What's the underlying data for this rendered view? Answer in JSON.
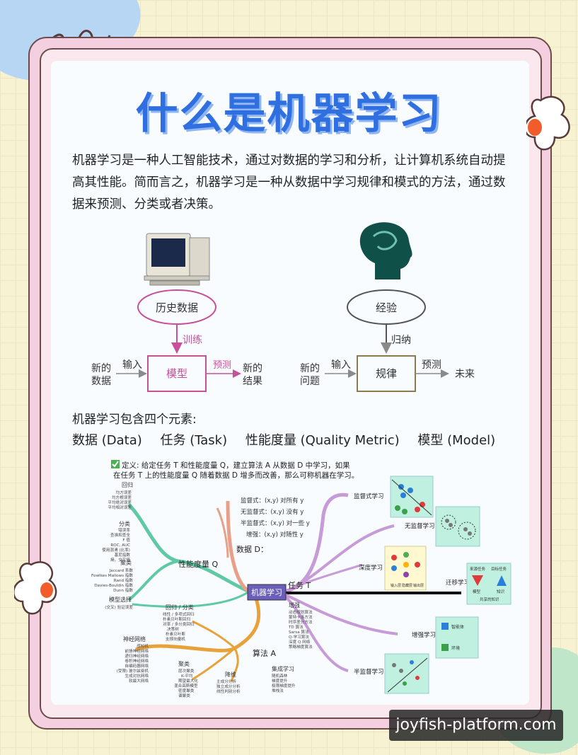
{
  "title": "什么是机器学习",
  "intro": "机器学习是一种人工智能技术，通过对数据的学习和分析，让计算机系统自动提高其性能。简而言之，机器学习是一种从数据中学习规律和模式的方法，通过数据来预测、分类或者决策。",
  "diagram_left": {
    "oval": "历史数据",
    "train": "训练",
    "input_label_1": "新的",
    "input_label_2": "数据",
    "input": "输入",
    "box": "模型",
    "predict": "预测",
    "output_1": "新的",
    "output_2": "结果"
  },
  "diagram_right": {
    "oval": "经验",
    "induce": "归纳",
    "input_label_1": "新的",
    "input_label_2": "问题",
    "input": "输入",
    "box": "规律",
    "predict": "预测",
    "output": "未来"
  },
  "four_elements_title": "机器学习包含四个元素:",
  "elements": [
    "数据 (Data)",
    "任务 (Task)",
    "性能度量 (Quality Metric)",
    "模型 (Model)"
  ],
  "mindmap": {
    "def_line1": "定义: 给定任务 T 和性能度量 Q，建立算法 A 从数据 D 中学习，如果",
    "def_line2": "在任务 T 上的性能度量 Q 随着数据 D 增多而改善，那么可称机器在学习。",
    "center": "机器学习",
    "task": "任务 T",
    "metric": "性能度量 Q",
    "data": "数据 D：",
    "algo": "算法 A",
    "data_items": [
      "监督式：(x,y) 对所有 y",
      "无监督式：(x,y) 没有 y",
      "半监督式：(x,y) 对一些 y",
      "增强：(x,y) 对随性 y"
    ],
    "task_items": [
      "监督式学习",
      "无监督学习",
      "深度学习",
      "迁移学习",
      "增强学习",
      "半监督学习"
    ],
    "metric_groups": [
      "回归",
      "分类",
      "聚类",
      "模型选择"
    ],
    "metric_sub": [
      "均方误差",
      "均方根误差",
      "平均绝对误差",
      "平均相对误差",
      "错误率",
      "查准和查全",
      "F 值",
      "ROC, AUC",
      "使用混淆 (比率)",
      "基尼指数",
      "熵，交叉熵",
      "Jaccard 系数",
      "Fowlkes Mallows 指数",
      "Rand 指数",
      "Davies-Bouldin 指数",
      "Dunn 指数",
      "(交叉) 验证误差"
    ],
    "algo_groups": [
      "回归 / 分类",
      "神经网络",
      "聚类",
      "降维",
      "集成学习",
      "增强"
    ],
    "algo_sub_reg": [
      "线性 / 多项式回归",
      "朴素贝叶斯回归",
      "对率 / 多分类回归",
      "决策树",
      "朴素贝叶斯",
      "支撑向量机"
    ],
    "algo_sub_nn": [
      "感知机",
      "前馈神经网络",
      "递归神经网络",
      "卷积神经网络",
      "自编码器网络",
      "(受限) 玻尔兹曼机",
      "生成对抗网络",
      "软最大网络"
    ],
    "algo_sub_cluster": [
      "层次聚类",
      "K-平均",
      "期望最大化",
      "混合高斯模型",
      "密度聚类",
      "谱聚类"
    ],
    "algo_sub_dim": [
      "主成分分析",
      "独立成分分析",
      "线性判别分析"
    ],
    "algo_sub_ens": [
      "随机森林",
      "梯度提升",
      "极限梯度提升",
      "堆栈法"
    ],
    "algo_sub_rl": [
      "动态规划算法",
      "蒙特卡洛方法",
      "时序差分方法",
      "TD 算法",
      "Sarsa 算法",
      "Q-学习算法",
      "深度 Q 网络",
      "策略梯度算法"
    ],
    "transfer_labels": [
      "来源任务",
      "目标任务",
      "模型",
      "知识",
      "共享的知识"
    ],
    "rl_labels": [
      "智能体",
      "环境"
    ],
    "deep_labels": [
      "输入层",
      "隐藏层",
      "输出层"
    ]
  },
  "watermark": "joyfish-platform.com"
}
